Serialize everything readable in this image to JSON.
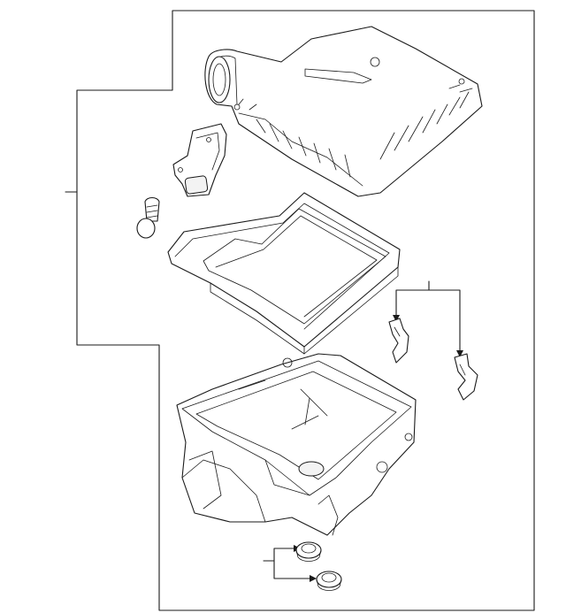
{
  "diagram": {
    "parts": [
      {
        "name": "air-cleaner-upper-cover"
      },
      {
        "name": "mass-air-flow-sensor"
      },
      {
        "name": "screw"
      },
      {
        "name": "air-filter-element"
      },
      {
        "name": "retaining-clip"
      },
      {
        "name": "retaining-clip-alt"
      },
      {
        "name": "air-cleaner-lower-housing"
      },
      {
        "name": "grommet-upper"
      },
      {
        "name": "grommet-lower"
      }
    ],
    "colors": {
      "line": "#1a1a1a",
      "background": "#ffffff",
      "panel": "#ffffff"
    }
  }
}
